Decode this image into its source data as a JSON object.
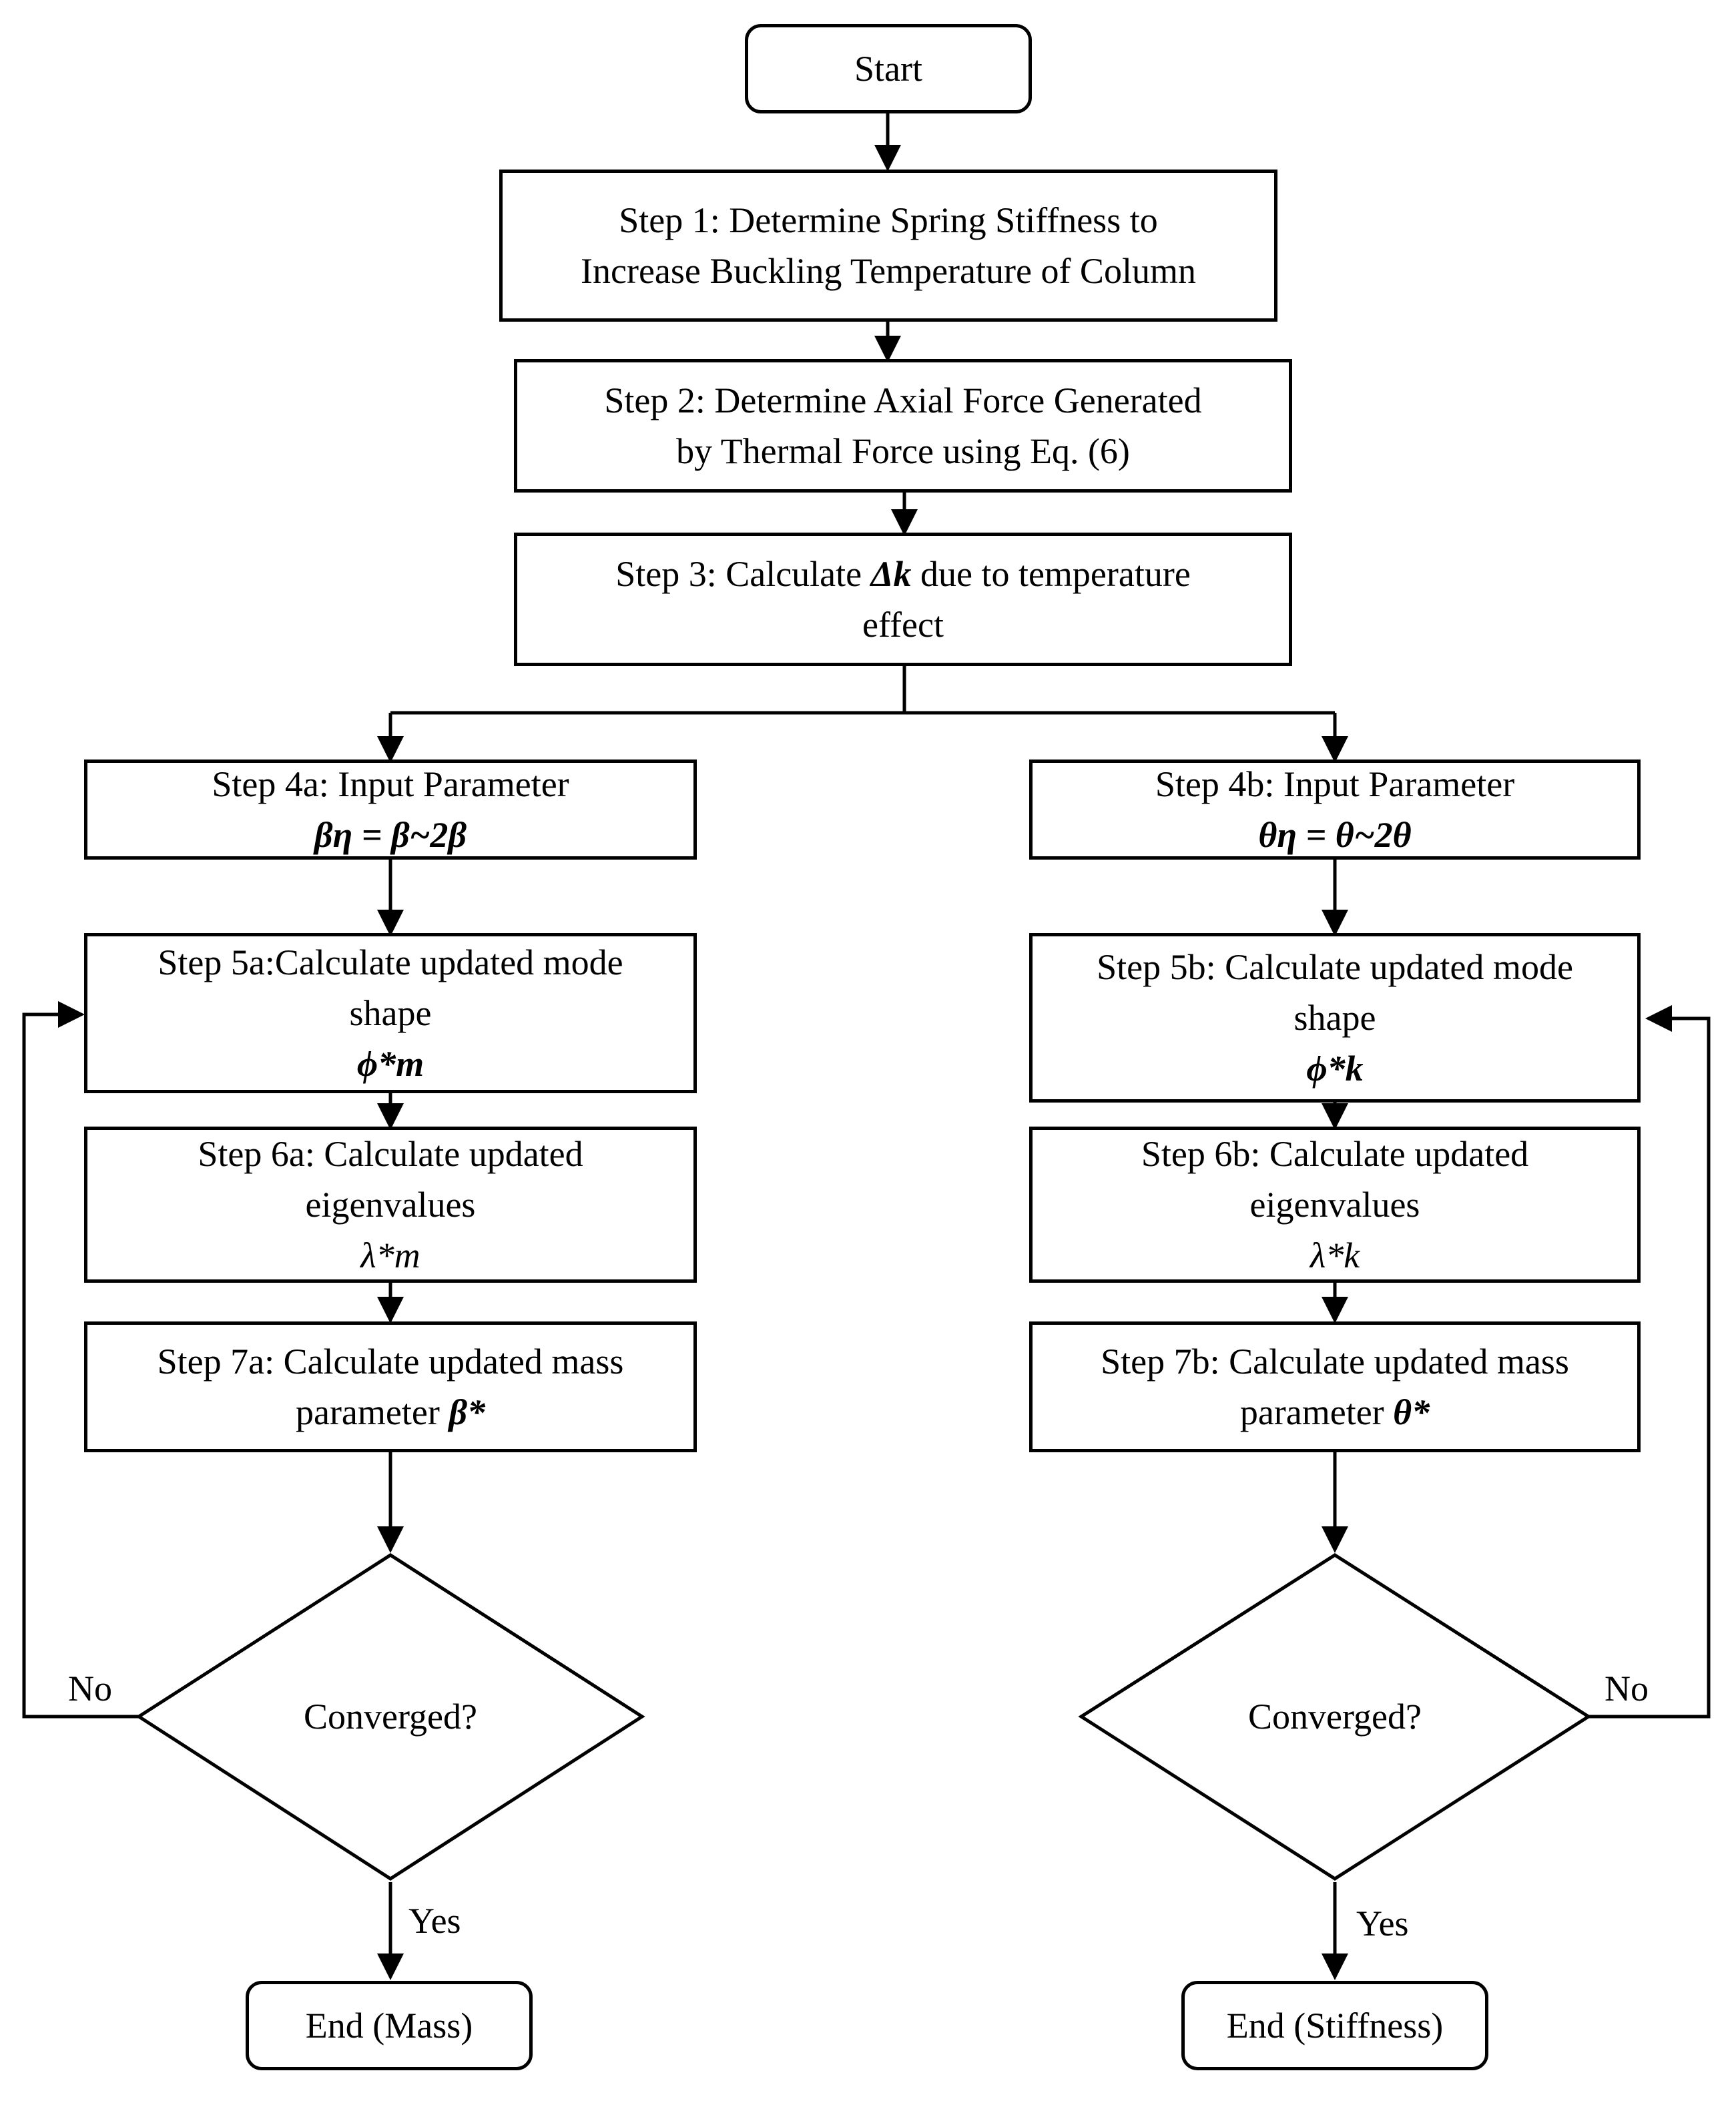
{
  "start": "Start",
  "step1": {
    "line1": "Step 1: Determine Spring Stiffness to",
    "line2": "Increase Buckling Temperature of Column"
  },
  "step2": {
    "line1": "Step 2: Determine Axial Force Generated",
    "line2": "by Thermal Force using Eq. (6)"
  },
  "step3": {
    "pre": "Step 3: Calculate ",
    "symbol": "Δk",
    "post": " due to temperature",
    "line2": "effect"
  },
  "left": {
    "step4": {
      "line1": "Step 4a: Input Parameter",
      "formula": "βη = β~2β"
    },
    "step5": {
      "line1": "Step 5a:Calculate updated mode",
      "line2": "shape",
      "symbol": "ϕ*m"
    },
    "step6": {
      "line1": "Step 6a: Calculate updated",
      "line2": "eigenvalues",
      "symbol": "λ*m"
    },
    "step7": {
      "line1": "Step 7a: Calculate updated mass",
      "line2_pre": "parameter ",
      "symbol": "β*"
    },
    "decision": "Converged?",
    "no_label": "No",
    "yes_label": "Yes",
    "end": "End (Mass)"
  },
  "right": {
    "step4": {
      "line1": "Step 4b: Input Parameter",
      "formula": "θη = θ~2θ"
    },
    "step5": {
      "line1": "Step 5b: Calculate updated mode",
      "line2": "shape",
      "symbol": "ϕ*k"
    },
    "step6": {
      "line1": "Step 6b: Calculate updated",
      "line2": "eigenvalues",
      "symbol": "λ*k"
    },
    "step7": {
      "line1": "Step 7b: Calculate updated mass",
      "line2_pre": "parameter ",
      "symbol": "θ*"
    },
    "decision": "Converged?",
    "no_label": "No",
    "yes_label": "Yes",
    "end": "End (Stiffness)"
  }
}
